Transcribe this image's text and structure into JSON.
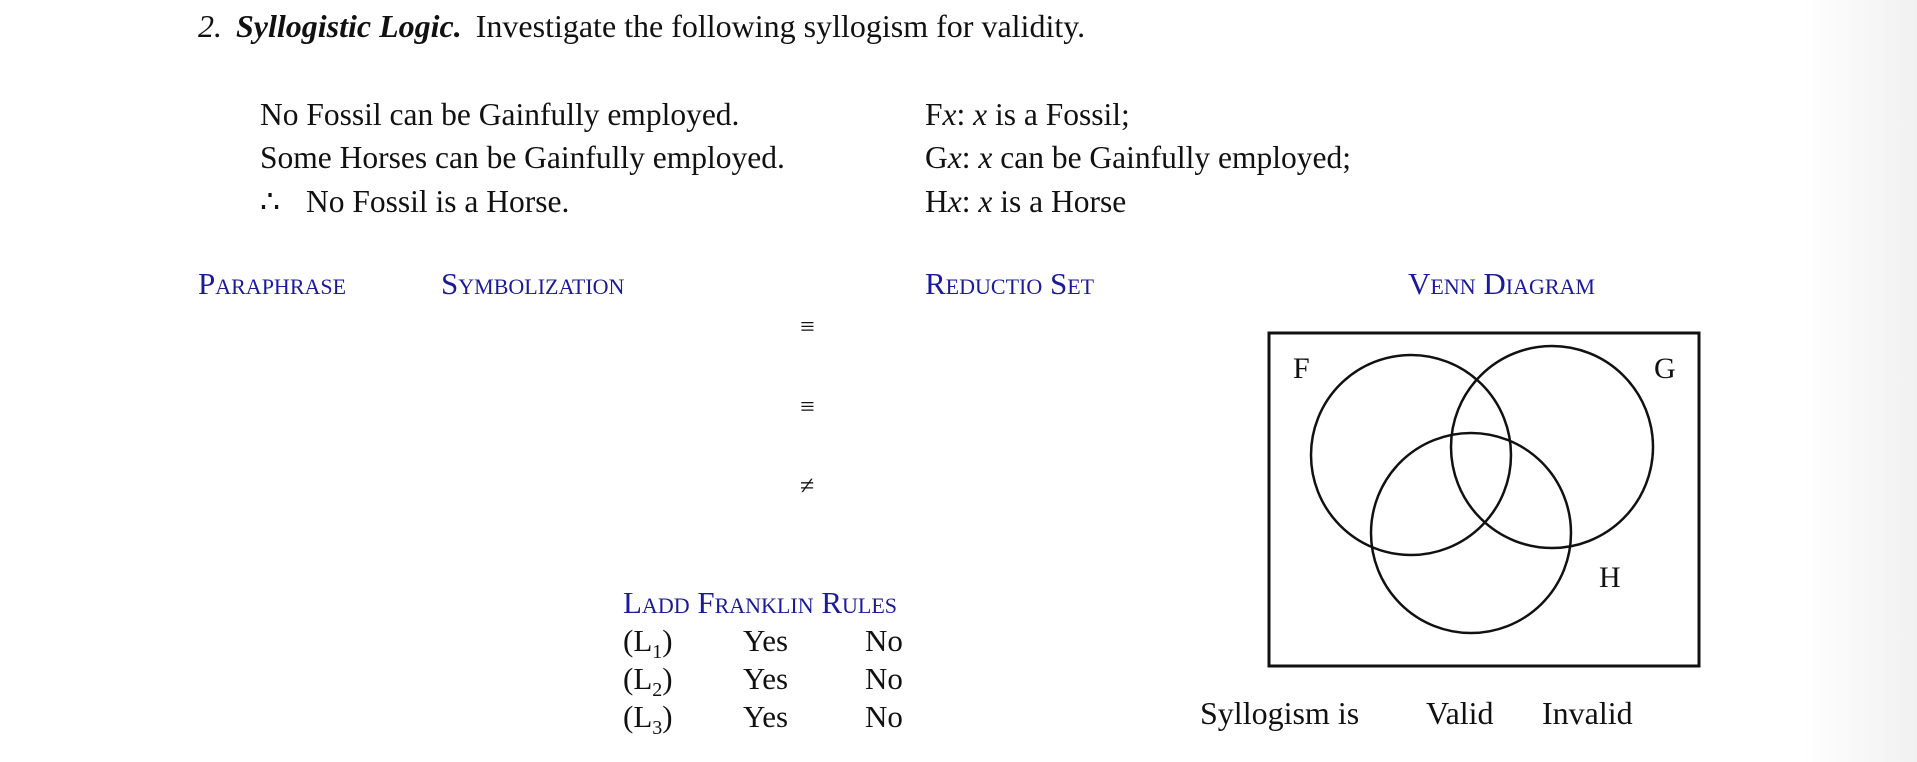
{
  "question": {
    "number": "2.",
    "title": "Syllogistic Logic.",
    "instruction": "Investigate the following syllogism for validity."
  },
  "argument": {
    "premise1": "No Fossil can be Gainfully employed.",
    "premise2": "Some Horses can be Gainfully employed.",
    "therefore_symbol": "∴",
    "conclusion": "No Fossil is a Horse."
  },
  "dictionary": [
    {
      "pred": "F",
      "var": "x",
      "sep": ":",
      "desc_var": "x",
      "desc": "is a Fossil;"
    },
    {
      "pred": "G",
      "var": "x",
      "sep": ":",
      "desc_var": "x",
      "desc": "can be Gainfully employed;"
    },
    {
      "pred": "H",
      "var": "x",
      "sep": ":",
      "desc_var": "x",
      "desc": "is a Horse"
    }
  ],
  "headers": {
    "paraphrase": "Paraphrase",
    "symbolization": "Symbolization",
    "reductio_set": "Reductio Set",
    "venn_diagram": "Venn Diagram"
  },
  "symbol_marks": [
    "≡",
    "≡",
    "≠"
  ],
  "venn": {
    "labels": {
      "f": "F",
      "g": "G",
      "h": "H"
    }
  },
  "ladd_franklin": {
    "title": "Ladd Franklin Rules",
    "rules": [
      {
        "open": "(L",
        "sub": "1",
        "close": ")",
        "yes": "Yes",
        "no": "No"
      },
      {
        "open": "(L",
        "sub": "2",
        "close": ")",
        "yes": "Yes",
        "no": "No"
      },
      {
        "open": "(L",
        "sub": "3",
        "close": ")",
        "yes": "Yes",
        "no": "No"
      }
    ]
  },
  "verdict": {
    "prefix": "Syllogism is",
    "valid": "Valid",
    "invalid": "Invalid"
  }
}
